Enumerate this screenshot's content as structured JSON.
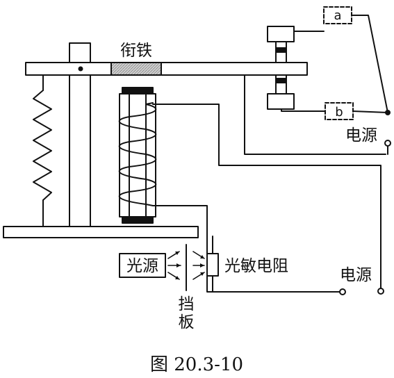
{
  "labels": {
    "armature": "衔铁",
    "slot_a": "a",
    "slot_b": "b",
    "power_top": "电源",
    "light_source": "光源",
    "photoresistor": "光敏电阻",
    "baffle_1": "挡",
    "baffle_2": "板",
    "power_bottom": "电源"
  },
  "caption": "图 20.3-10"
}
